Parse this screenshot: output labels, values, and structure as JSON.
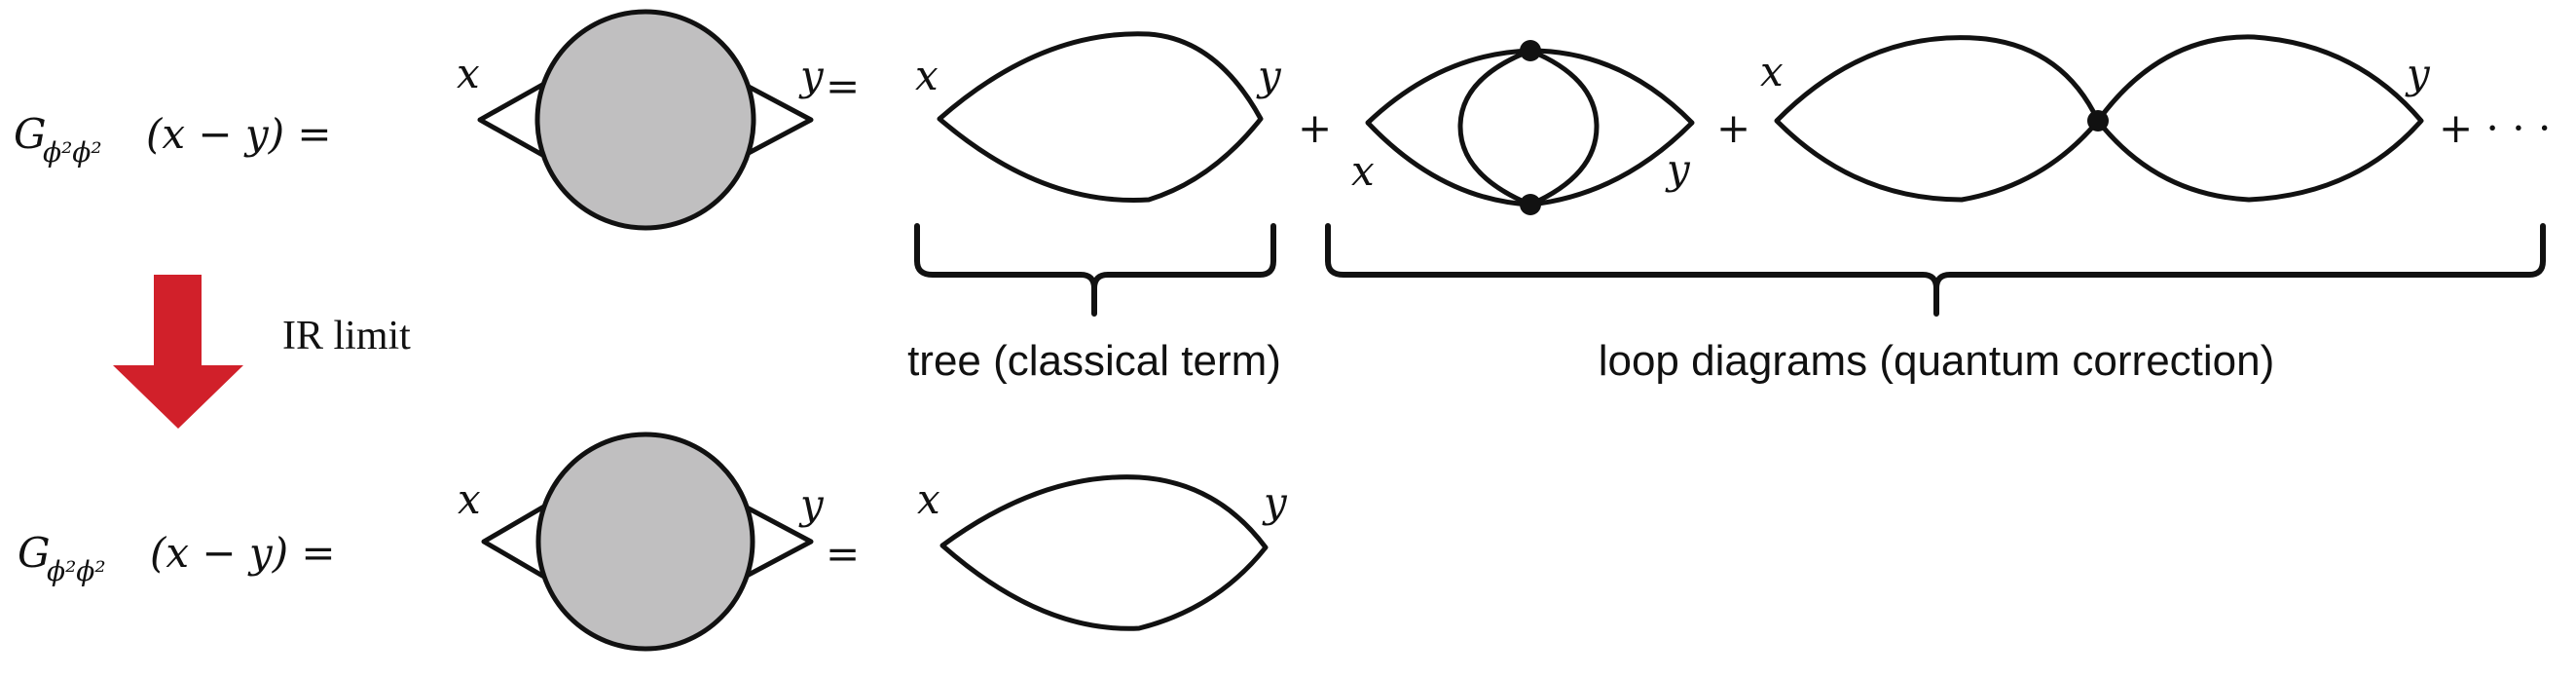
{
  "colors": {
    "blob_fill": "#c0bfc0",
    "arrow_fill": "#d1202a",
    "stroke": "#111111"
  },
  "equation": {
    "symbol": "G",
    "subscript": "ϕ²ϕ²",
    "argument": "(x − y) ="
  },
  "labels": {
    "x": "x",
    "y": "y",
    "equals": "=",
    "plus": "+",
    "ellipsis": "+ · · ·"
  },
  "arrow": {
    "label": "IR limit"
  },
  "braces": {
    "tree": "tree (classical term)",
    "loop": "loop diagrams (quantum correction)"
  }
}
